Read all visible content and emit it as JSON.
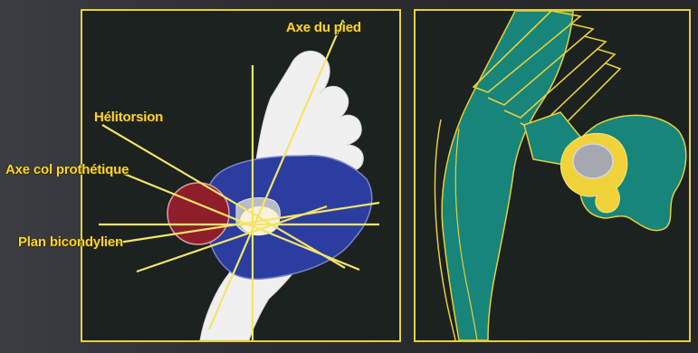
{
  "labels": {
    "axe_du_pied": "Axe du pied",
    "helitorsion": "Hélitorsion",
    "axe_col_prothetique": "Axe col prothétique",
    "plan_bicondylien": "Plan bicondylien"
  },
  "colors": {
    "frame": "#e8cf3a",
    "panel_background": "#1c2220",
    "foot": "#f0f0f0",
    "tibia_section": "#2b3ea0",
    "femoral_head": "#8e1f2a",
    "axis_lines": "#f5e46a",
    "bone_teal": "#17857a",
    "implant_outline": "#e8cf3a",
    "head_grey": "#a6a8b0"
  }
}
